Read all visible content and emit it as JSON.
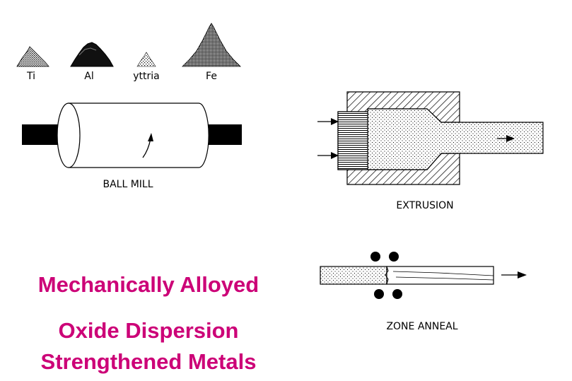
{
  "powders": [
    {
      "label": "Ti",
      "shade": "dots"
    },
    {
      "label": "Al",
      "shade": "dark"
    },
    {
      "label": "yttria",
      "shade": "lightdots"
    },
    {
      "label": "Fe",
      "shade": "densedots"
    }
  ],
  "processes": {
    "ball_mill": "BALL MILL",
    "extrusion": "EXTRUSION",
    "zone_anneal": "ZONE ANNEAL"
  },
  "title": {
    "line1": "Mechanically Alloyed",
    "line2": "Oxide Dispersion",
    "line3": "Strengthened Metals"
  },
  "colors": {
    "title": "#cc0077",
    "ink": "#000000"
  }
}
